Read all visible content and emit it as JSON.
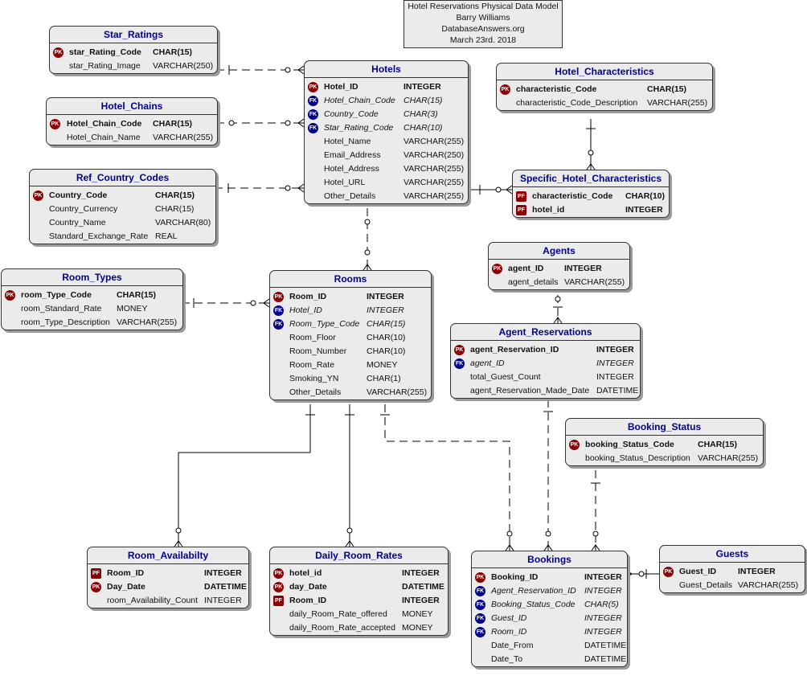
{
  "title_box": [
    "Hotel Reservations Physical Data Model",
    "Barry Williams",
    "DatabaseAnswers.org",
    "March 23rd. 2018"
  ],
  "colors": {
    "title": "#00008b",
    "pk": "#8b0000",
    "fk": "#00008b",
    "entity_fill": "#ebebeb"
  },
  "entities": [
    {
      "id": "star_ratings",
      "name": "Star_Ratings",
      "rows": [
        {
          "key": "PK",
          "name": "star_Rating_Code",
          "type": "CHAR(15)"
        },
        {
          "key": "",
          "name": "star_Rating_Image",
          "type": "VARCHAR(250)"
        }
      ]
    },
    {
      "id": "hotel_chains",
      "name": "Hotel_Chains",
      "rows": [
        {
          "key": "PK",
          "name": "Hotel_Chain_Code",
          "type": "CHAR(15)"
        },
        {
          "key": "",
          "name": "Hotel_Chain_Name",
          "type": "VARCHAR(255)"
        }
      ]
    },
    {
      "id": "ref_country_codes",
      "name": "Ref_Country_Codes",
      "rows": [
        {
          "key": "PK",
          "name": "Country_Code",
          "type": "CHAR(15)"
        },
        {
          "key": "",
          "name": "Country_Currency",
          "type": "CHAR(15)"
        },
        {
          "key": "",
          "name": "Country_Name",
          "type": "VARCHAR(80)"
        },
        {
          "key": "",
          "name": "Standard_Exchange_Rate",
          "type": "REAL"
        }
      ]
    },
    {
      "id": "hotels",
      "name": "Hotels",
      "rows": [
        {
          "key": "PK",
          "name": "Hotel_ID",
          "type": "INTEGER"
        },
        {
          "key": "FK",
          "name": "Hotel_Chain_Code",
          "type": "CHAR(15)"
        },
        {
          "key": "FK",
          "name": "Country_Code",
          "type": "CHAR(3)"
        },
        {
          "key": "FK",
          "name": "Star_Rating_Code",
          "type": "CHAR(10)"
        },
        {
          "key": "",
          "name": "Hotel_Name",
          "type": "VARCHAR(255)"
        },
        {
          "key": "",
          "name": "Email_Address",
          "type": "VARCHAR(250)"
        },
        {
          "key": "",
          "name": "Hotel_Address",
          "type": "VARCHAR(255)"
        },
        {
          "key": "",
          "name": "Hotel_URL",
          "type": "VARCHAR(255)"
        },
        {
          "key": "",
          "name": "Other_Details",
          "type": "VARCHAR(255)"
        }
      ]
    },
    {
      "id": "hotel_characteristics",
      "name": "Hotel_Characteristics",
      "rows": [
        {
          "key": "PK",
          "name": "characteristic_Code",
          "type": "CHAR(15)"
        },
        {
          "key": "",
          "name": "characteristic_Code_Description",
          "type": "VARCHAR(255)"
        }
      ]
    },
    {
      "id": "specific_hotel_characteristics",
      "name": "Specific_Hotel_Characteristics",
      "rows": [
        {
          "key": "PF",
          "name": "characteristic_Code",
          "type": "CHAR(10)"
        },
        {
          "key": "PF",
          "name": "hotel_id",
          "type": "INTEGER"
        }
      ]
    },
    {
      "id": "room_types",
      "name": "Room_Types",
      "rows": [
        {
          "key": "PK",
          "name": "room_Type_Code",
          "type": "CHAR(15)"
        },
        {
          "key": "",
          "name": "room_Standard_Rate",
          "type": "MONEY"
        },
        {
          "key": "",
          "name": "room_Type_Description",
          "type": "VARCHAR(255)"
        }
      ]
    },
    {
      "id": "rooms",
      "name": "Rooms",
      "rows": [
        {
          "key": "PK",
          "name": "Room_ID",
          "type": "INTEGER"
        },
        {
          "key": "FK",
          "name": "Hotel_ID",
          "type": "INTEGER"
        },
        {
          "key": "FK",
          "name": "Room_Type_Code",
          "type": "CHAR(15)"
        },
        {
          "key": "",
          "name": "Room_Floor",
          "type": "CHAR(10)"
        },
        {
          "key": "",
          "name": "Room_Number",
          "type": "CHAR(10)"
        },
        {
          "key": "",
          "name": "Room_Rate",
          "type": "MONEY"
        },
        {
          "key": "",
          "name": "Smoking_YN",
          "type": "CHAR(1)"
        },
        {
          "key": "",
          "name": "Other_Details",
          "type": "VARCHAR(255)"
        }
      ]
    },
    {
      "id": "agents",
      "name": "Agents",
      "rows": [
        {
          "key": "PK",
          "name": "agent_ID",
          "type": "INTEGER"
        },
        {
          "key": "",
          "name": "agent_details",
          "type": "VARCHAR(255)"
        }
      ]
    },
    {
      "id": "agent_reservations",
      "name": "Agent_Reservations",
      "rows": [
        {
          "key": "PK",
          "name": "agent_Reservation_ID",
          "type": "INTEGER"
        },
        {
          "key": "FK",
          "name": "agent_ID",
          "type": "INTEGER"
        },
        {
          "key": "",
          "name": "total_Guest_Count",
          "type": "INTEGER"
        },
        {
          "key": "",
          "name": "agent_Reservation_Made_Date",
          "type": "DATETIME"
        }
      ]
    },
    {
      "id": "booking_status",
      "name": "Booking_Status",
      "rows": [
        {
          "key": "PK",
          "name": "booking_Status_Code",
          "type": "CHAR(15)"
        },
        {
          "key": "",
          "name": "booking_Status_Description",
          "type": "VARCHAR(255)"
        }
      ]
    },
    {
      "id": "room_availability",
      "name": "Room_Availabilty",
      "rows": [
        {
          "key": "PF",
          "name": "Room_ID",
          "type": "INTEGER"
        },
        {
          "key": "PK",
          "name": "Day_Date",
          "type": "DATETIME"
        },
        {
          "key": "",
          "name": "room_Availability_Count",
          "type": "INTEGER"
        }
      ]
    },
    {
      "id": "daily_room_rates",
      "name": "Daily_Room_Rates",
      "rows": [
        {
          "key": "PK",
          "name": "hotel_id",
          "type": "INTEGER"
        },
        {
          "key": "PK",
          "name": "day_Date",
          "type": "DATETIME"
        },
        {
          "key": "PF",
          "name": "Room_ID",
          "type": "INTEGER"
        },
        {
          "key": "",
          "name": "daily_Room_Rate_offered",
          "type": "MONEY"
        },
        {
          "key": "",
          "name": "daily_Room_Rate_accepted",
          "type": "MONEY"
        }
      ]
    },
    {
      "id": "bookings",
      "name": "Bookings",
      "rows": [
        {
          "key": "PK",
          "name": "Booking_ID",
          "type": "INTEGER"
        },
        {
          "key": "FK",
          "name": "Agent_Reservation_ID",
          "type": "INTEGER"
        },
        {
          "key": "FK",
          "name": "Booking_Status_Code",
          "type": "CHAR(5)"
        },
        {
          "key": "FK",
          "name": "Guest_ID",
          "type": "INTEGER"
        },
        {
          "key": "FK",
          "name": "Room_ID",
          "type": "INTEGER"
        },
        {
          "key": "",
          "name": "Date_From",
          "type": "DATETIME"
        },
        {
          "key": "",
          "name": "Date_To",
          "type": "DATETIME"
        }
      ]
    },
    {
      "id": "guests",
      "name": "Guests",
      "rows": [
        {
          "key": "PK",
          "name": "Guest_ID",
          "type": "INTEGER"
        },
        {
          "key": "",
          "name": "Guest_Details",
          "type": "VARCHAR(255)"
        }
      ]
    }
  ],
  "relationships": [
    {
      "from": "star_ratings",
      "to": "hotels",
      "identifying": false
    },
    {
      "from": "hotel_chains",
      "to": "hotels",
      "identifying": false
    },
    {
      "from": "ref_country_codes",
      "to": "hotels",
      "identifying": false
    },
    {
      "from": "hotels",
      "to": "specific_hotel_characteristics",
      "identifying": true
    },
    {
      "from": "hotel_characteristics",
      "to": "specific_hotel_characteristics",
      "identifying": true
    },
    {
      "from": "hotels",
      "to": "rooms",
      "identifying": false
    },
    {
      "from": "room_types",
      "to": "rooms",
      "identifying": false
    },
    {
      "from": "agents",
      "to": "agent_reservations",
      "identifying": false
    },
    {
      "from": "rooms",
      "to": "room_availability",
      "identifying": true
    },
    {
      "from": "rooms",
      "to": "daily_room_rates",
      "identifying": true
    },
    {
      "from": "rooms",
      "to": "bookings",
      "identifying": false
    },
    {
      "from": "agent_reservations",
      "to": "bookings",
      "identifying": false
    },
    {
      "from": "booking_status",
      "to": "bookings",
      "identifying": false
    },
    {
      "from": "guests",
      "to": "bookings",
      "identifying": false
    }
  ]
}
